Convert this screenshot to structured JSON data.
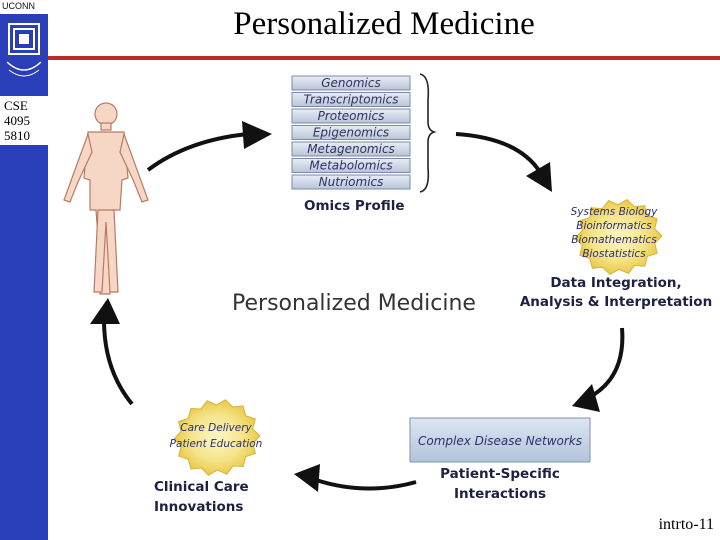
{
  "header": {
    "logo_text": "UCONN",
    "course": [
      "CSE",
      "4095",
      "5810"
    ],
    "title": "Personalized Medicine",
    "slide_number": "intrto-11"
  },
  "diagram": {
    "center_title": "Personalized Medicine",
    "omics": {
      "layers": [
        "Genomics",
        "Transcriptomics",
        "Proteomics",
        "Epigenomics",
        "Metagenomics",
        "Metabolomics",
        "Nutriomics"
      ],
      "caption": "Omics Profile"
    },
    "integration": {
      "fields": [
        "Systems Biology",
        "Bioinformatics",
        "Biomathematics",
        "Biostatistics"
      ],
      "caption_lines": [
        "Data Integration,",
        "Analysis & Interpretation"
      ]
    },
    "networks": {
      "box_label": "Complex Disease Networks",
      "caption_lines": [
        "Patient-Specific",
        "Interactions"
      ]
    },
    "clinical": {
      "fields": [
        "Care Delivery",
        "Patient Education"
      ],
      "caption_lines": [
        "Clinical Care",
        "Innovations"
      ]
    }
  }
}
